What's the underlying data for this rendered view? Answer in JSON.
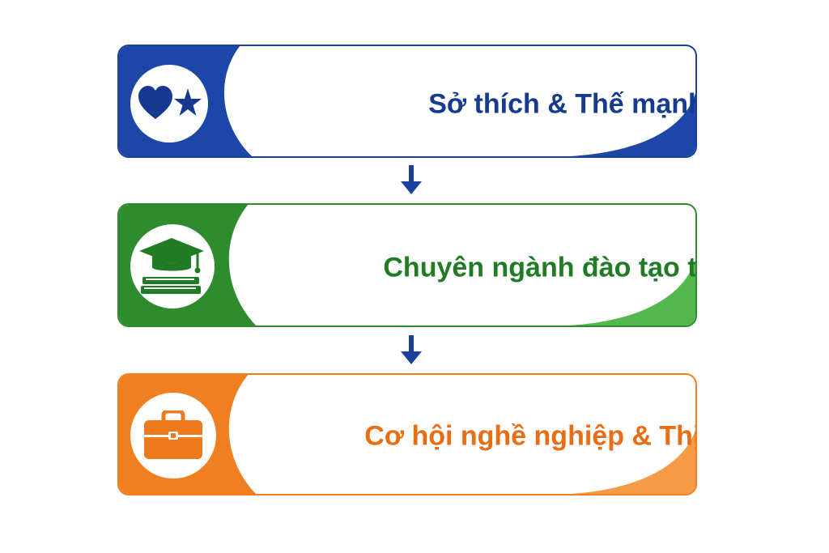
{
  "colors": {
    "blue": "#1a3f9c",
    "green": "#2f8a2f",
    "orange": "#f07f22",
    "arrow": "#1a3f9c"
  },
  "steps": [
    {
      "label": "Sở thích & Thế mạnh",
      "icon": "heart-star-icon"
    },
    {
      "label": "Chuyên ngành đào tạo tại Hàn",
      "icon": "graduation-cap-books-icon"
    },
    {
      "label": "Cơ hội nghề nghiệp & Thị trường",
      "icon": "briefcase-icon"
    }
  ]
}
